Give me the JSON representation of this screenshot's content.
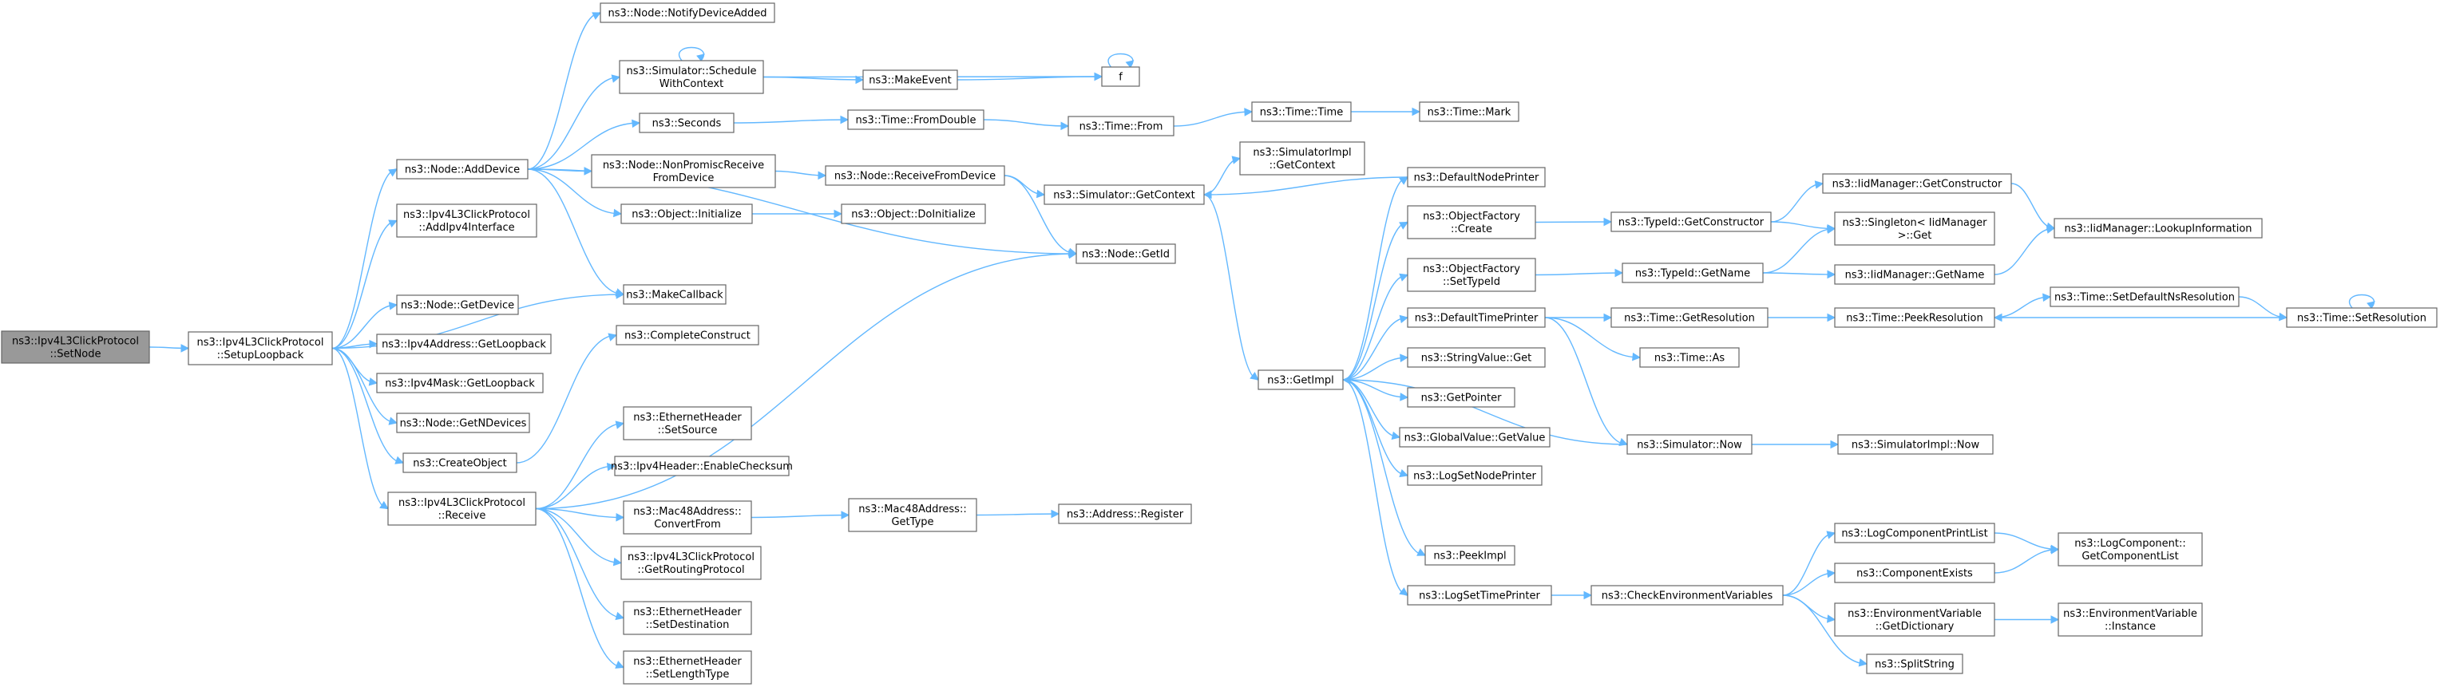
{
  "diagram": {
    "colors": {
      "edge": "#63b8ff",
      "node_border": "#666666",
      "root_fill": "#999999",
      "node_fill": "#ffffff"
    },
    "nodes": [
      {
        "id": "setnode",
        "lines": [
          "ns3::Ipv4L3ClickProtocol",
          "::SetNode"
        ],
        "root": true
      },
      {
        "id": "setuploopback",
        "lines": [
          "ns3::Ipv4L3ClickProtocol",
          "::SetupLoopback"
        ]
      },
      {
        "id": "adddevice",
        "lines": [
          "ns3::Node::AddDevice"
        ]
      },
      {
        "id": "addipv4iface",
        "lines": [
          "ns3::Ipv4L3ClickProtocol",
          "::AddIpv4Interface"
        ]
      },
      {
        "id": "makecallback",
        "lines": [
          "ns3::MakeCallback"
        ]
      },
      {
        "id": "getdevice",
        "lines": [
          "ns3::Node::GetDevice"
        ]
      },
      {
        "id": "ipv4addr_loop",
        "lines": [
          "ns3::Ipv4Address::GetLoopback"
        ]
      },
      {
        "id": "ipv4mask_loop",
        "lines": [
          "ns3::Ipv4Mask::GetLoopback"
        ]
      },
      {
        "id": "getndevices",
        "lines": [
          "ns3::Node::GetNDevices"
        ]
      },
      {
        "id": "createobject",
        "lines": [
          "ns3::CreateObject"
        ]
      },
      {
        "id": "receive",
        "lines": [
          "ns3::Ipv4L3ClickProtocol",
          "::Receive"
        ]
      },
      {
        "id": "notifydevadded",
        "lines": [
          "ns3::Node::NotifyDeviceAdded"
        ]
      },
      {
        "id": "schedwithctx",
        "lines": [
          "ns3::Simulator::Schedule",
          "WithContext"
        ]
      },
      {
        "id": "seconds",
        "lines": [
          "ns3::Seconds"
        ]
      },
      {
        "id": "nonpromisc",
        "lines": [
          "ns3::Node::NonPromiscReceive",
          "FromDevice"
        ]
      },
      {
        "id": "objinit",
        "lines": [
          "ns3::Object::Initialize"
        ]
      },
      {
        "id": "completeconstruct",
        "lines": [
          "ns3::CompleteConstruct"
        ]
      },
      {
        "id": "eth_setsource",
        "lines": [
          "ns3::EthernetHeader",
          "::SetSource"
        ]
      },
      {
        "id": "enablechecksum",
        "lines": [
          "ns3::Ipv4Header::EnableChecksum"
        ]
      },
      {
        "id": "mac48_convert",
        "lines": [
          "ns3::Mac48Address::",
          "ConvertFrom"
        ]
      },
      {
        "id": "getroutingproto",
        "lines": [
          "ns3::Ipv4L3ClickProtocol",
          "::GetRoutingProtocol"
        ]
      },
      {
        "id": "eth_setdest",
        "lines": [
          "ns3::EthernetHeader",
          "::SetDestination"
        ]
      },
      {
        "id": "eth_setlentype",
        "lines": [
          "ns3::EthernetHeader",
          "::SetLengthType"
        ]
      },
      {
        "id": "makeevent",
        "lines": [
          "ns3::MakeEvent"
        ]
      },
      {
        "id": "f",
        "lines": [
          "f"
        ]
      },
      {
        "id": "fromdouble",
        "lines": [
          "ns3::Time::FromDouble"
        ]
      },
      {
        "id": "timefrom",
        "lines": [
          "ns3::Time::From"
        ]
      },
      {
        "id": "timetime",
        "lines": [
          "ns3::Time::Time"
        ]
      },
      {
        "id": "timemark",
        "lines": [
          "ns3::Time::Mark"
        ]
      },
      {
        "id": "recvfromdev",
        "lines": [
          "ns3::Node::ReceiveFromDevice"
        ]
      },
      {
        "id": "doinit",
        "lines": [
          "ns3::Object::DoInitialize"
        ]
      },
      {
        "id": "mac48_gettype",
        "lines": [
          "ns3::Mac48Address::",
          "GetType"
        ]
      },
      {
        "id": "addr_register",
        "lines": [
          "ns3::Address::Register"
        ]
      },
      {
        "id": "sim_getctx",
        "lines": [
          "ns3::Simulator::GetContext"
        ]
      },
      {
        "id": "simimpl_getctx",
        "lines": [
          "ns3::SimulatorImpl",
          "::GetContext"
        ]
      },
      {
        "id": "node_getid",
        "lines": [
          "ns3::Node::GetId"
        ]
      },
      {
        "id": "getimpl",
        "lines": [
          "ns3::GetImpl"
        ]
      },
      {
        "id": "defnodeprinter",
        "lines": [
          "ns3::DefaultNodePrinter"
        ]
      },
      {
        "id": "objfact_create",
        "lines": [
          "ns3::ObjectFactory",
          "::Create"
        ]
      },
      {
        "id": "objfact_settypeid",
        "lines": [
          "ns3::ObjectFactory",
          "::SetTypeId"
        ]
      },
      {
        "id": "deftimeprinter",
        "lines": [
          "ns3::DefaultTimePrinter"
        ]
      },
      {
        "id": "stringvalue_get",
        "lines": [
          "ns3::StringValue::Get"
        ]
      },
      {
        "id": "getpointer",
        "lines": [
          "ns3::GetPointer"
        ]
      },
      {
        "id": "globalvalue_get",
        "lines": [
          "ns3::GlobalValue::GetValue"
        ]
      },
      {
        "id": "logsetnodeprinter",
        "lines": [
          "ns3::LogSetNodePrinter"
        ]
      },
      {
        "id": "peekimpl",
        "lines": [
          "ns3::PeekImpl"
        ]
      },
      {
        "id": "logsettimeprinter",
        "lines": [
          "ns3::LogSetTimePrinter"
        ]
      },
      {
        "id": "typeid_getctor",
        "lines": [
          "ns3::TypeId::GetConstructor"
        ]
      },
      {
        "id": "typeid_getname",
        "lines": [
          "ns3::TypeId::GetName"
        ]
      },
      {
        "id": "time_getres",
        "lines": [
          "ns3::Time::GetResolution"
        ]
      },
      {
        "id": "time_as",
        "lines": [
          "ns3::Time::As"
        ]
      },
      {
        "id": "sim_now",
        "lines": [
          "ns3::Simulator::Now"
        ]
      },
      {
        "id": "checkenv",
        "lines": [
          "ns3::CheckEnvironmentVariables"
        ]
      },
      {
        "id": "iid_getctor",
        "lines": [
          "ns3::IidManager::GetConstructor"
        ]
      },
      {
        "id": "singleton_get",
        "lines": [
          "ns3::Singleton< IidManager",
          ">::Get"
        ]
      },
      {
        "id": "iid_getname",
        "lines": [
          "ns3::IidManager::GetName"
        ]
      },
      {
        "id": "time_peekres",
        "lines": [
          "ns3::Time::PeekResolution"
        ]
      },
      {
        "id": "simimpl_now",
        "lines": [
          "ns3::SimulatorImpl::Now"
        ]
      },
      {
        "id": "logcompprintlist",
        "lines": [
          "ns3::LogComponentPrintList"
        ]
      },
      {
        "id": "compexists",
        "lines": [
          "ns3::ComponentExists"
        ]
      },
      {
        "id": "envvar_getdict",
        "lines": [
          "ns3::EnvironmentVariable",
          "::GetDictionary"
        ]
      },
      {
        "id": "splitstring",
        "lines": [
          "ns3::SplitString"
        ]
      },
      {
        "id": "iid_lookupinfo",
        "lines": [
          "ns3::IidManager::LookupInformation"
        ]
      },
      {
        "id": "time_setdefaultns",
        "lines": [
          "ns3::Time::SetDefaultNsResolution"
        ]
      },
      {
        "id": "time_setres",
        "lines": [
          "ns3::Time::SetResolution"
        ]
      },
      {
        "id": "logcomp_getlist",
        "lines": [
          "ns3::LogComponent::",
          "GetComponentList"
        ]
      },
      {
        "id": "envvar_instance",
        "lines": [
          "ns3::EnvironmentVariable",
          "::Instance"
        ]
      }
    ]
  }
}
